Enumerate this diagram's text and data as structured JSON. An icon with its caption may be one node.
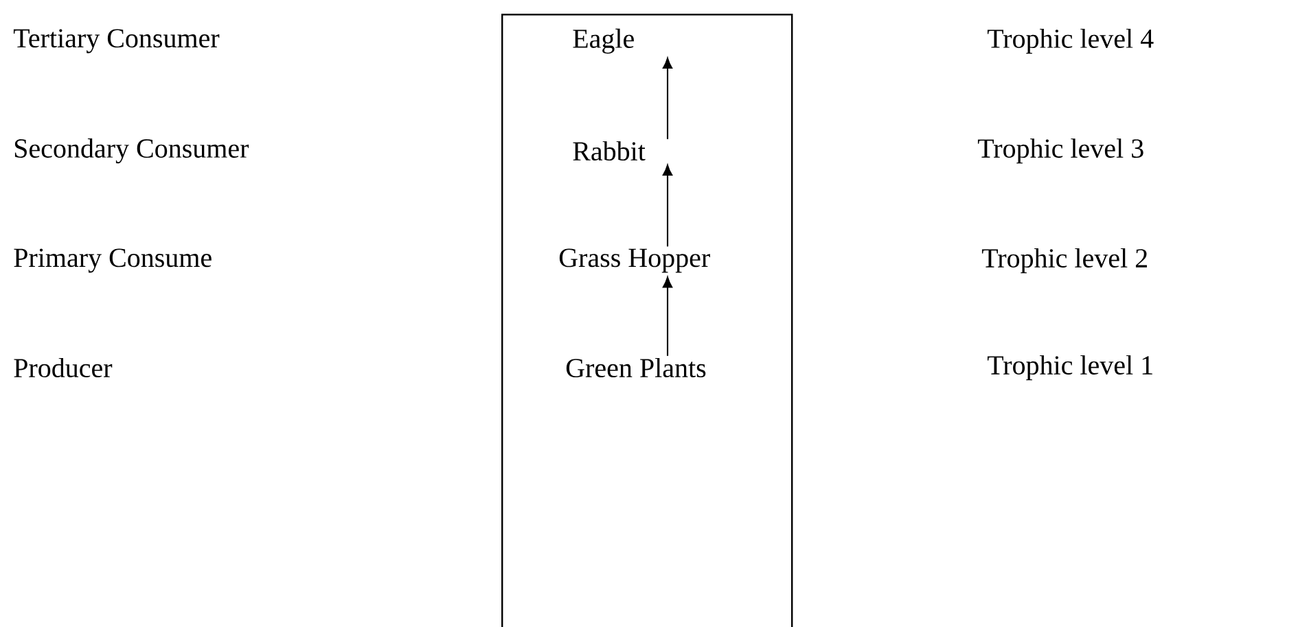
{
  "diagram": {
    "nodes": [
      {
        "text": [],
        "shape": "box"
      },
      {
        "text": [
          "Eagle"
        ],
        "in": 0
      },
      {
        "text": [
          "Rabbit"
        ],
        "in": 0
      },
      {
        "text": [
          "Grass Hopper"
        ],
        "in": 0
      },
      {
        "text": [
          "Green Plants"
        ],
        "in": 0
      }
    ],
    "edges": [
      {
        "from": 4,
        "to": 3,
        "arrow": "to"
      },
      {
        "from": 3,
        "to": 2,
        "arrow": "to"
      },
      {
        "from": 2,
        "to": 1,
        "arrow": "to"
      }
    ],
    "labels": [
      "Tertiary Consumer",
      "Trophic level 4",
      "Secondary Consumer",
      "Trophic level 3",
      "Primary Consume",
      "Trophic level 2",
      "Producer",
      "Trophic level 1"
    ]
  }
}
